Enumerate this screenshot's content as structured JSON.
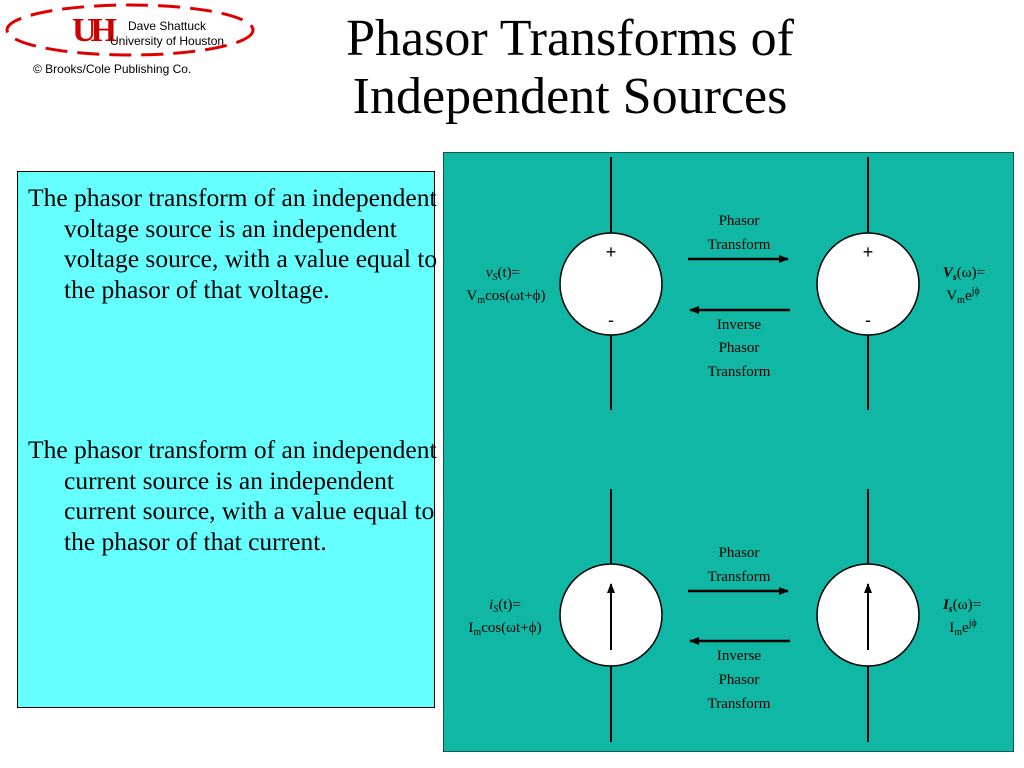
{
  "logo": {
    "letters": "UH",
    "name": "Dave Shattuck",
    "university": "University of Houston",
    "publisher": "© Brooks/Cole Publishing Co."
  },
  "title": {
    "line1": "Phasor Transforms of",
    "line2": "Independent Sources"
  },
  "body": {
    "p1": "The phasor transform of an independent voltage source is an independent voltage source, with a value equal to the phasor of that voltage.",
    "p2": "The phasor transform of an independent current source is an independent current source, with a value equal to the phasor of that current."
  },
  "figure": {
    "background": "#11b7a5",
    "plus": "+",
    "minus": "-",
    "forward_line1": "Phasor",
    "forward_line2": "Transform",
    "inverse_line1": "Inverse",
    "inverse_line2": "Phasor",
    "inverse_line3": "Transform",
    "voltage": {
      "time_sym": "v",
      "time_sub": "S",
      "time_arg": "(t)=",
      "time_mag": "V",
      "time_mag_sub": "m",
      "time_func": "cos(ωt+ϕ)",
      "phasor_sym": "V",
      "phasor_sub": "s",
      "phasor_arg": "(ω)=",
      "phasor_mag": "V",
      "phasor_mag_sub": "m",
      "phasor_base": "e",
      "phasor_exp": "jϕ"
    },
    "current": {
      "time_sym": "i",
      "time_sub": "S",
      "time_arg": "(t)=",
      "time_mag": "I",
      "time_mag_sub": "m",
      "time_func": "cos(ωt+ϕ)",
      "phasor_sym": "I",
      "phasor_sub": "s",
      "phasor_arg": "(ω)=",
      "phasor_mag": "I",
      "phasor_mag_sub": "m",
      "phasor_base": "e",
      "phasor_exp": "jϕ"
    }
  }
}
